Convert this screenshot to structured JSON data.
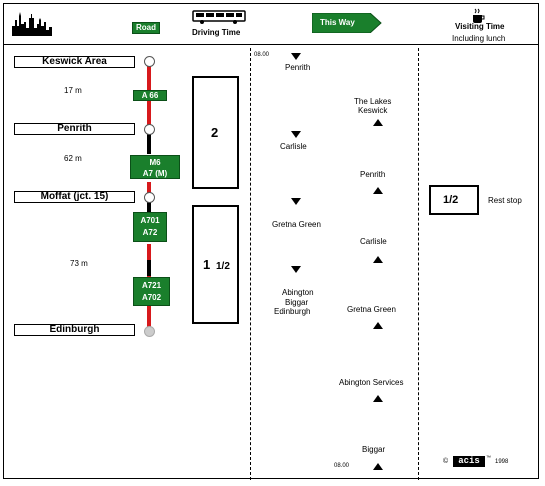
{
  "header": {
    "road_label": "Road",
    "driving_time_label": "Driving Time",
    "this_way_label": "This Way",
    "visiting_time_label": "Visiting Time",
    "including_lunch": "Including lunch"
  },
  "route": {
    "towns": [
      "Keswick Area",
      "Penrith",
      "Moffat (jct. 15)",
      "Edinburgh"
    ],
    "distances": [
      "17 m",
      "62 m",
      "73 m"
    ],
    "road_signs": [
      {
        "line1": "A 66",
        "line2": ""
      },
      {
        "line1": "M6",
        "line2": "A7 (M)"
      },
      {
        "line1": "A701",
        "line2": "A72"
      },
      {
        "line1": "A721",
        "line2": "A702"
      }
    ],
    "road_colors": {
      "red": "#d7191c",
      "black": "#000000",
      "sign_green": "#1a7f2c"
    }
  },
  "driving_times": [
    "2",
    "1",
    "1/2"
  ],
  "schedule": {
    "start_time": "08.00",
    "southbound": [
      "Penrith",
      "Carlisle",
      "Gretna Green",
      "Abington",
      "Biggar",
      "Edinburgh"
    ],
    "northbound": [
      "The Lakes",
      "Keswick",
      "Penrith",
      "Carlisle",
      "Gretna Green",
      "Abington Services",
      "Biggar"
    ],
    "end_time": "08.00"
  },
  "visiting": {
    "rest_time": "1/2",
    "rest_label": "Rest stop"
  },
  "footer": {
    "copyright": "©",
    "brand": "acis",
    "tm": "™",
    "year": "1998"
  },
  "icons": [
    "skyline-icon",
    "bus-icon",
    "arrow-right-icon",
    "coffee-cup-icon",
    "triangle-down-icon",
    "triangle-up-icon"
  ]
}
